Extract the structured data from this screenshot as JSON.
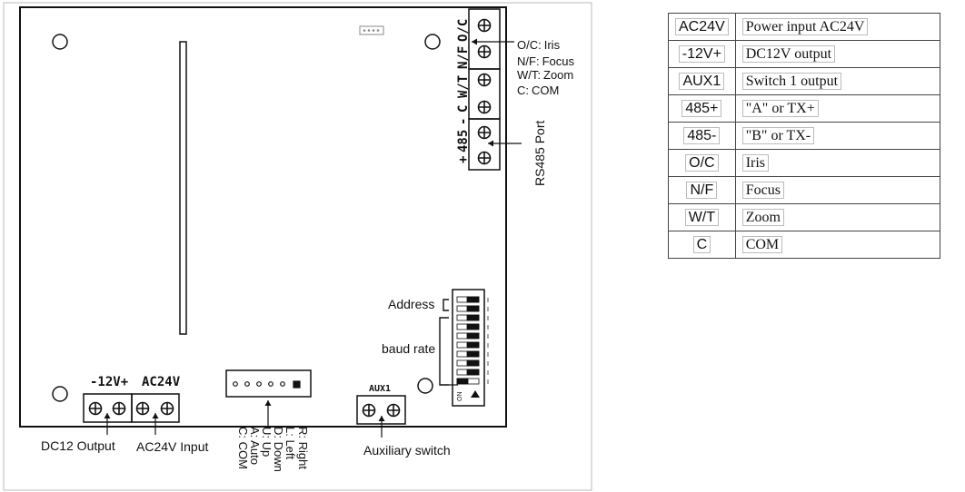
{
  "terminal_top": [
    "O/C",
    "N/F",
    "W/T",
    "C",
    "-",
    "485",
    "+"
  ],
  "top_notes": [
    {
      "code": "O/C:",
      "name": "Iris"
    },
    {
      "code": "N/F:",
      "name": "Focus"
    },
    {
      "code": "W/T:",
      "name": "Zoom"
    },
    {
      "code": "C:",
      "name": "COM"
    }
  ],
  "rs485_label": "RS485 Port",
  "address_label": "Address",
  "baud_label": "baud rate",
  "dip_on_label": "ON",
  "power_labels": [
    "-12V+",
    "AC24V"
  ],
  "dc12_label": "DC12 Output",
  "ac24_label": "AC24V Input",
  "pins": [
    "R: Right",
    "L: Left",
    "D: Down",
    "U: Up",
    "A: Auto",
    "C: COM"
  ],
  "aux_title": "AUX1",
  "aux_label": "Auxiliary switch",
  "legend": [
    {
      "key": "AC24V",
      "value": "Power input AC24V"
    },
    {
      "key": "-12V+",
      "value": "DC12V output"
    },
    {
      "key": "AUX1",
      "value": "Switch 1 output"
    },
    {
      "key": "485+",
      "value": "\"A\" or TX+"
    },
    {
      "key": "485-",
      "value": "\"B\" or TX-"
    },
    {
      "key": "O/C",
      "value": "Iris"
    },
    {
      "key": "N/F",
      "value": "Focus"
    },
    {
      "key": "W/T",
      "value": "Zoom"
    },
    {
      "key": "C",
      "value": "COM"
    }
  ]
}
